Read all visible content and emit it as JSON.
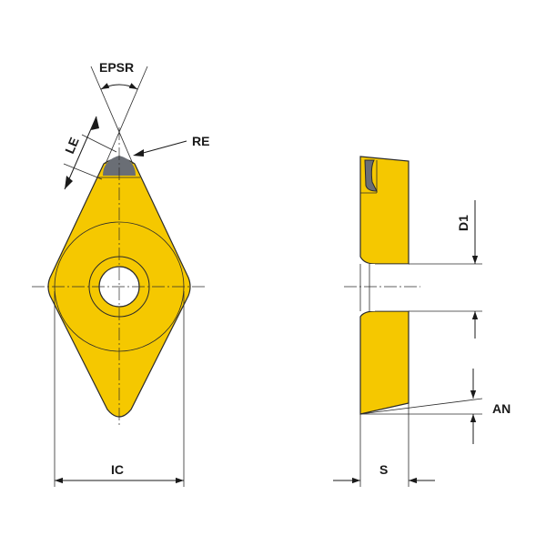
{
  "dimensions": {
    "epsr": "EPSR",
    "le": "LE",
    "re": "RE",
    "ic": "IC",
    "d1": "D1",
    "s": "S",
    "an": "AN"
  },
  "colors": {
    "insert_body": "#f5c800",
    "cutting_corner": "#6a6e75",
    "lines": "#2b2b2b"
  }
}
